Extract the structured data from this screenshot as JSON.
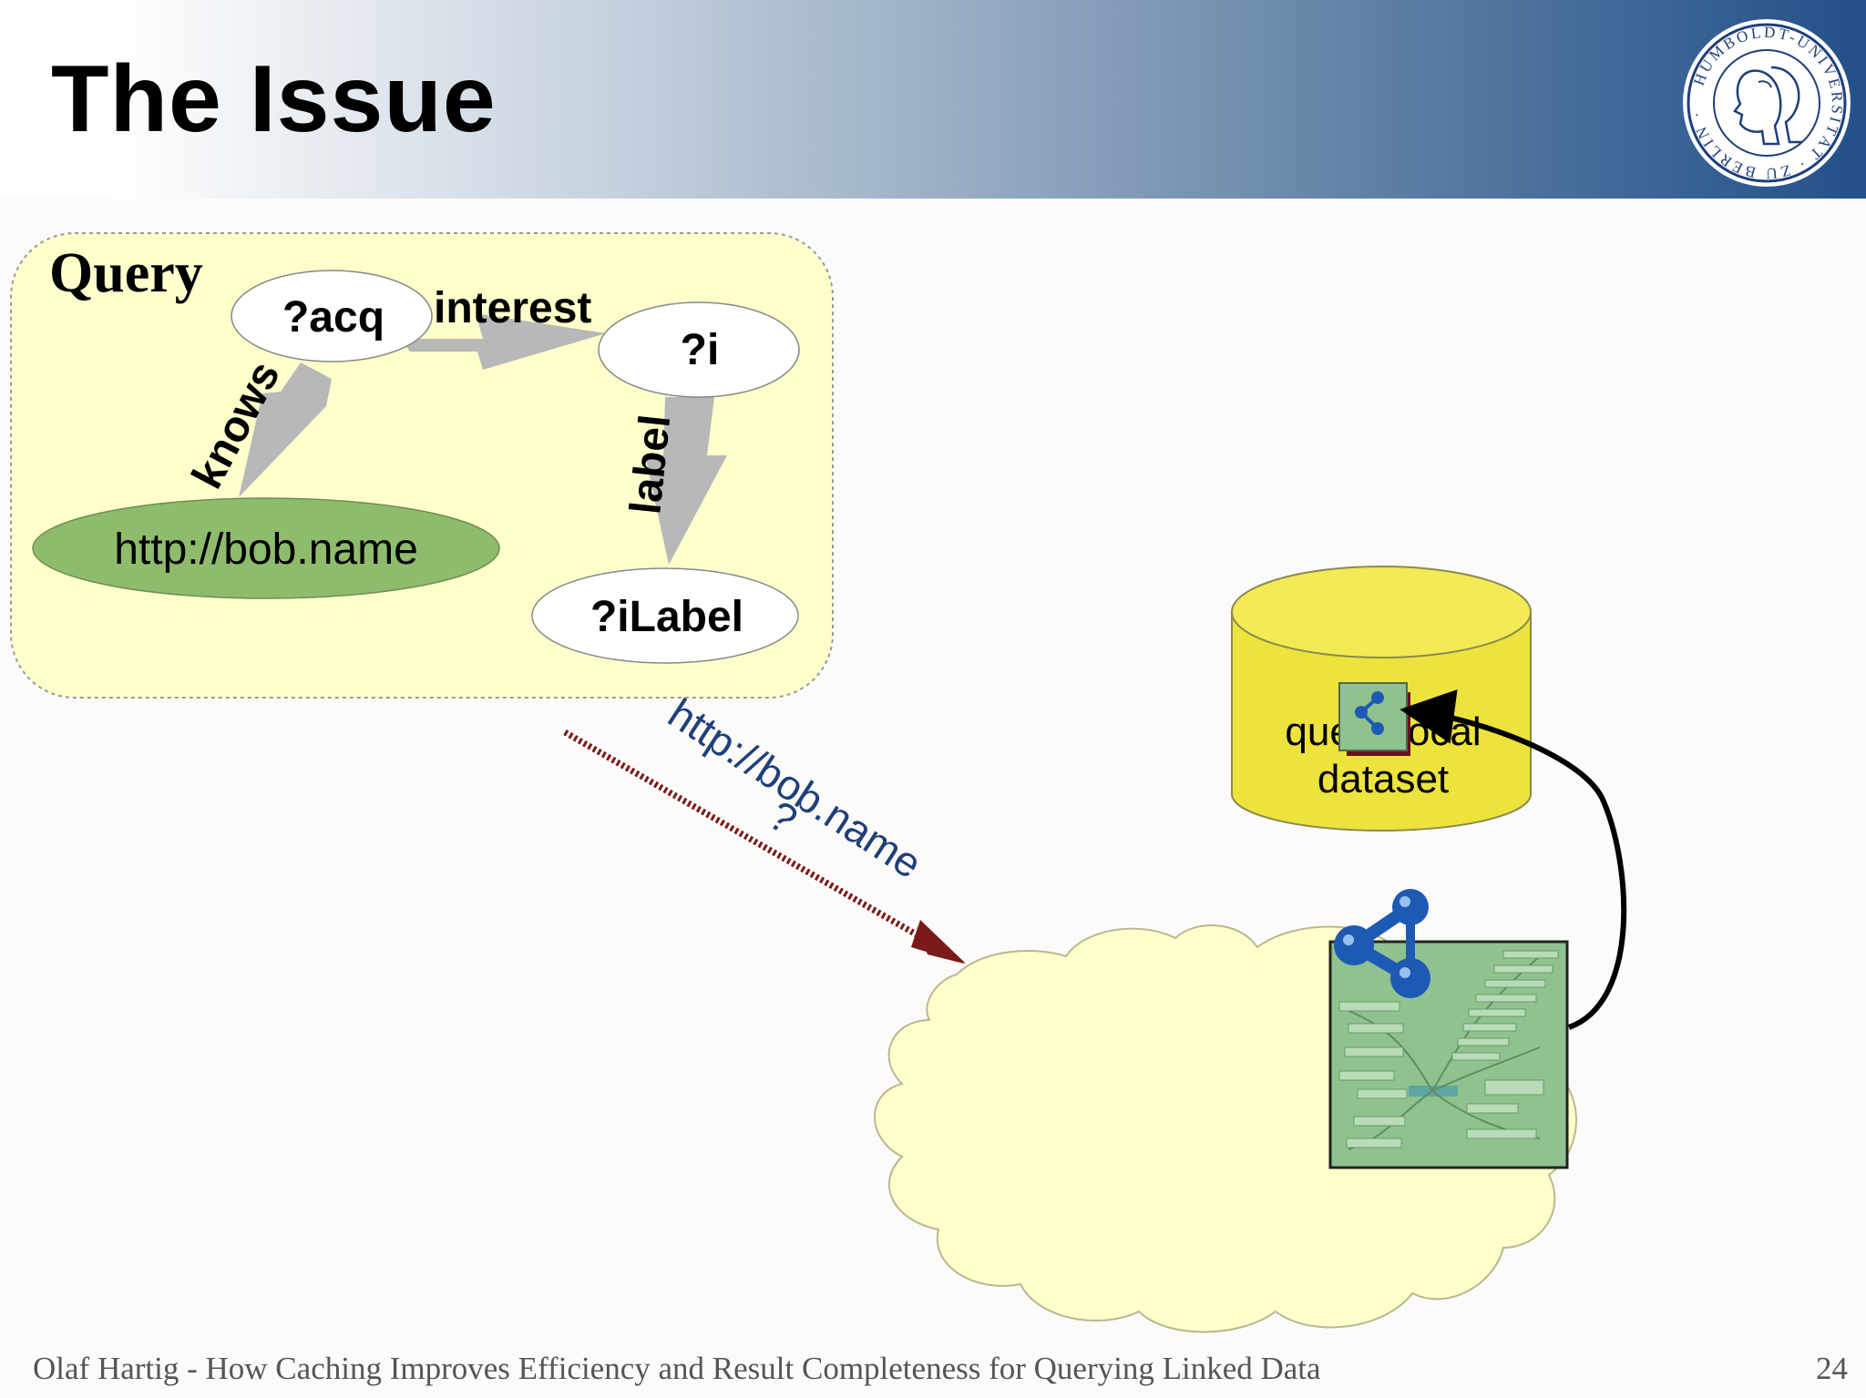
{
  "slide": {
    "title": "The Issue",
    "footer": "Olaf Hartig - How Caching Improves Efficiency and Result Completeness for Querying Linked Data",
    "page_number": "24"
  },
  "logo": {
    "text": "HUMBOLDT-UNIVERSITÄT ZU BERLIN",
    "icon": "university-seal-icon"
  },
  "query": {
    "label": "Query",
    "nodes": {
      "acq": "?acq",
      "i": "?i",
      "ilabel": "?iLabel",
      "bob": "http://bob.name"
    },
    "edges": {
      "interest": "interest",
      "knows": "knows",
      "label": "label"
    }
  },
  "lookup": {
    "uri": "http://bob.name",
    "question": "?"
  },
  "dataset": {
    "line1": "query-local",
    "line2": "dataset"
  },
  "colors": {
    "query_box": "#ffffcc",
    "bob_node": "#8fbc6c",
    "cylinder": "#ece33c",
    "cloud": "#ffffcc",
    "dashed_arrow": "#7a1a1a",
    "uri_text": "#1f3f7a"
  }
}
